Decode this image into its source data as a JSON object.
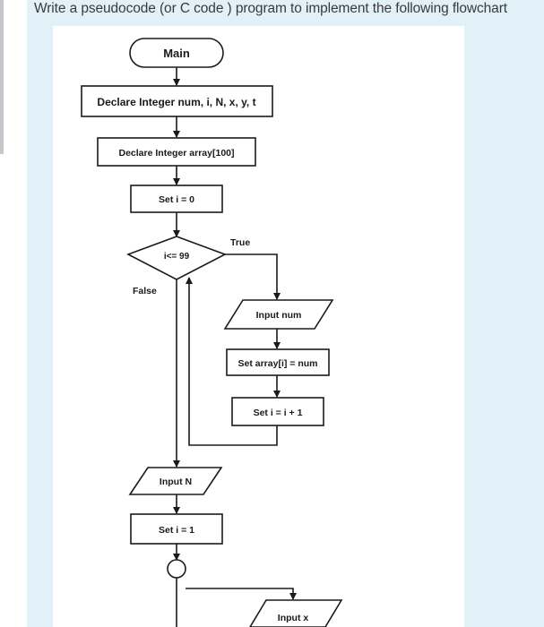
{
  "question": {
    "text": "Write a pseudocode (or C code ) program to implement the following flowchart"
  },
  "flowchart": {
    "start": "Main",
    "declare_vars": "Declare Integer num, i, N, x, y, t",
    "declare_array": "Declare Integer array[100]",
    "init_i": "Set i = 0",
    "condition": "i<= 99",
    "true_label": "True",
    "false_label": "False",
    "input_num": "Input num",
    "set_array": "Set array[i] = num",
    "increment": "Set i = i + 1",
    "input_n": "Input N",
    "set_i_one": "Set i = 1",
    "input_x": "Input x"
  }
}
